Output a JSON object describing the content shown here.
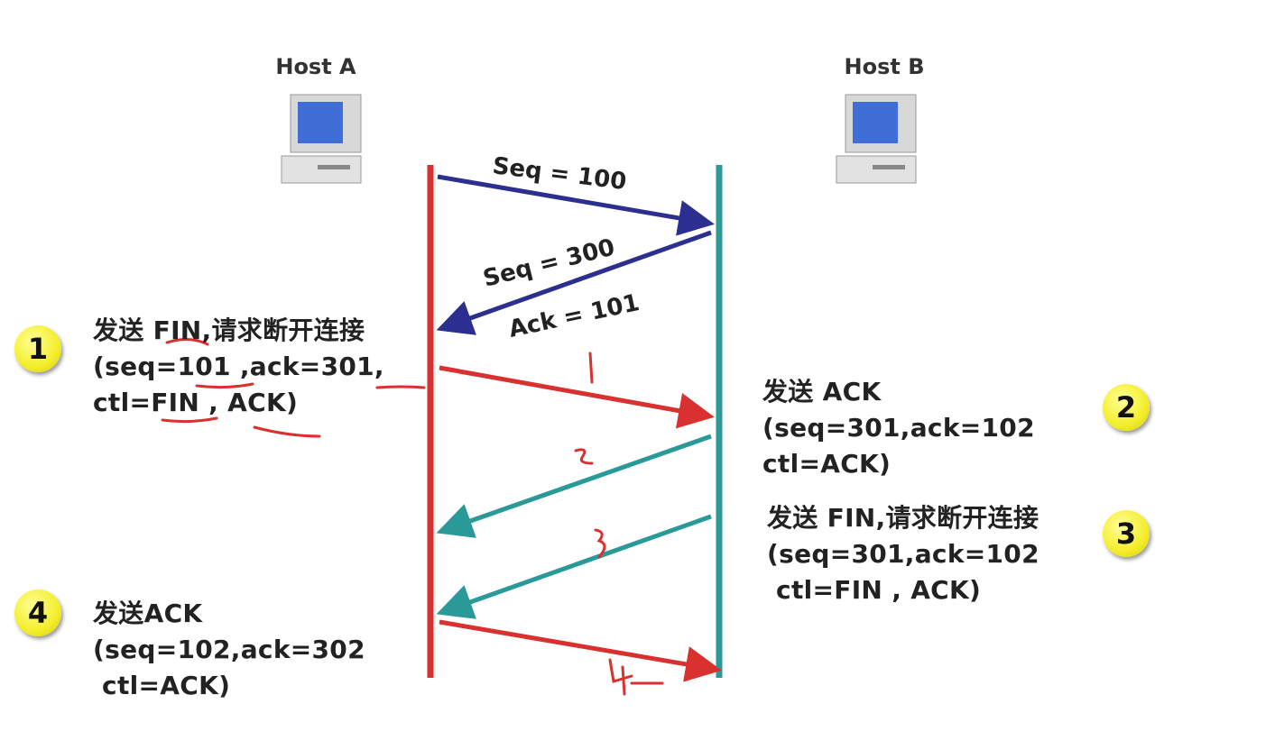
{
  "hosts": {
    "a": "Host A",
    "b": "Host B"
  },
  "segments": {
    "s1": "Seq = 100",
    "s2_seq": "Seq = 300",
    "s2_ack": "Ack = 101"
  },
  "steps": [
    {
      "badge": "1",
      "lines": [
        "发送 FIN,请求断开连接",
        "(seq=101 ,ack=301,",
        "ctl=FIN , ACK)"
      ]
    },
    {
      "badge": "2",
      "lines": [
        "发送 ACK",
        "(seq=301,ack=102",
        "ctl=ACK)"
      ]
    },
    {
      "badge": "3",
      "lines": [
        "发送 FIN,请求断开连接",
        "(seq=301,ack=102",
        " ctl=FIN , ACK)"
      ]
    },
    {
      "badge": "4",
      "lines": [
        "发送ACK",
        "(seq=102,ack=302",
        " ctl=ACK)"
      ]
    }
  ],
  "colors": {
    "hostA_line": "#d93030",
    "hostB_line": "#2a9a98",
    "blue_arrow": "#2c2f8f",
    "red_arrow": "#d93030",
    "teal_arrow": "#2a9a98",
    "badge": "#f3ee2a"
  }
}
